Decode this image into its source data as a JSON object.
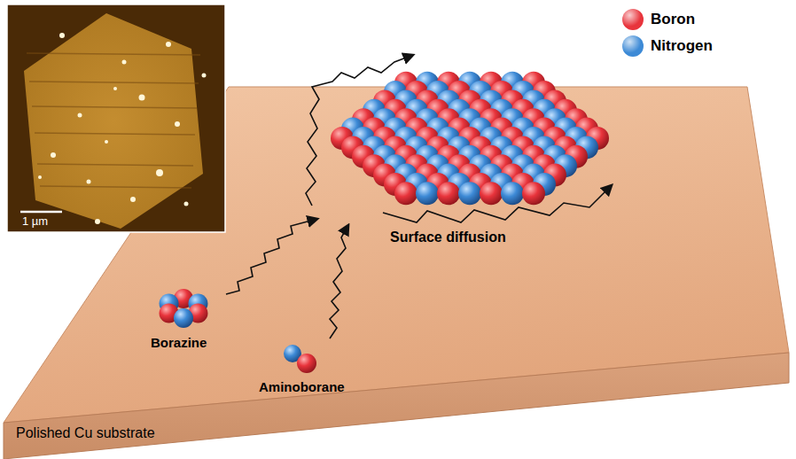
{
  "diagram": {
    "labels": [
      "1 µm",
      "Borazine",
      "Aminoborane",
      "Surface diffusion",
      "Polished Cu substrate"
    ],
    "legend": [
      {
        "text": "Boron",
        "color": "#e8343c"
      },
      {
        "text": "Nitrogen",
        "color": "#3d8ad6"
      }
    ]
  }
}
